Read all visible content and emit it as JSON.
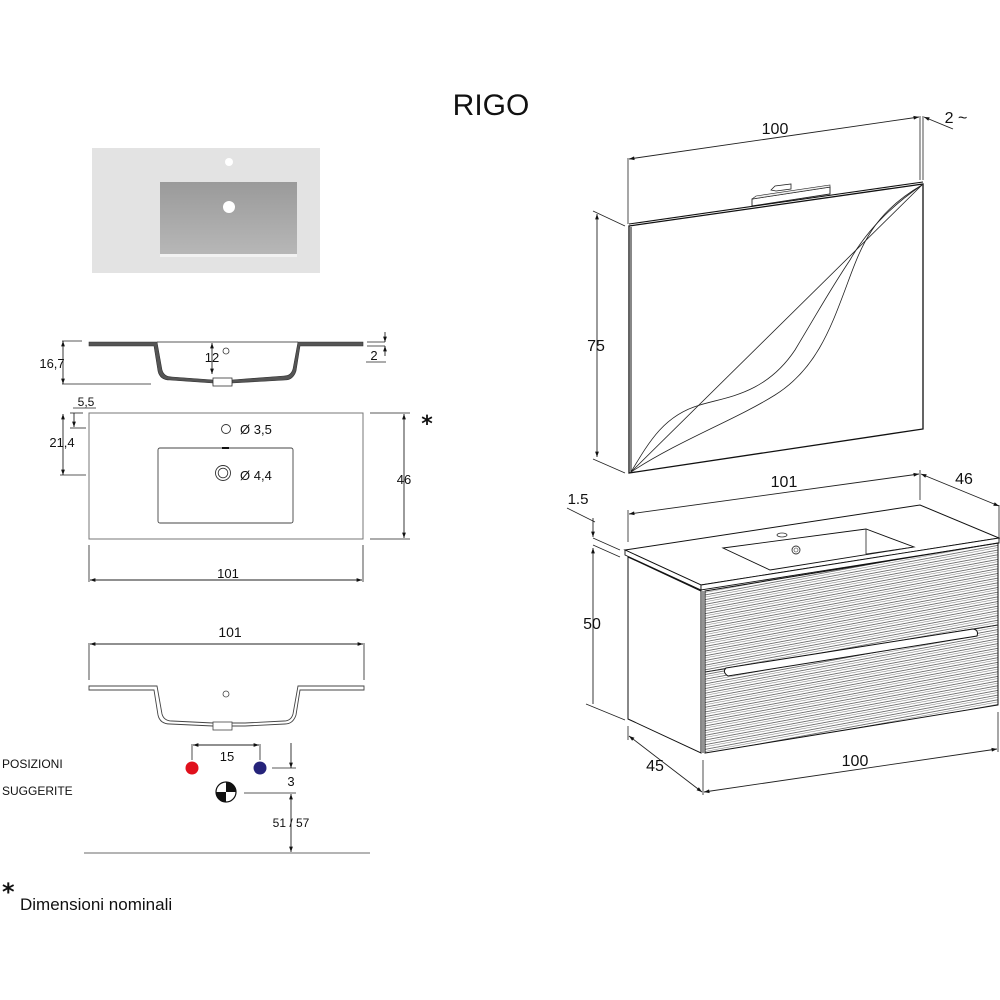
{
  "title": "RIGO",
  "footnote": {
    "symbol": "*",
    "text": "Dimensioni nominali"
  },
  "top_view_photo": {
    "label": "washbasin-top-photo"
  },
  "section_view": {
    "height_total": "16,7",
    "bowl_depth": "12",
    "rim_thickness": "2"
  },
  "plan_view": {
    "tap_hole_offset": "5,5",
    "drain_offset": "21,4",
    "tap_hole_diameter": "Ø 3,5",
    "drain_diameter": "Ø 4,4",
    "depth": "46",
    "width": "101",
    "nominal_marker": "*"
  },
  "elevation_view": {
    "width": "101"
  },
  "suggested_positions": {
    "label_line1": "POSIZIONI",
    "label_line2": "SUGGERITE",
    "tap_spacing": "15",
    "vertical_offset": "3",
    "drain_height": "51 / 57",
    "hot_color": "#e0101c",
    "cold_color": "#25237a"
  },
  "isometric": {
    "mirror_width": "100",
    "mirror_thickness": "2 ~",
    "mirror_height": "75",
    "top_width": "101",
    "top_depth": "46",
    "top_thickness": "1.5",
    "cabinet_height": "50",
    "cabinet_depth": "45",
    "cabinet_width": "100"
  }
}
